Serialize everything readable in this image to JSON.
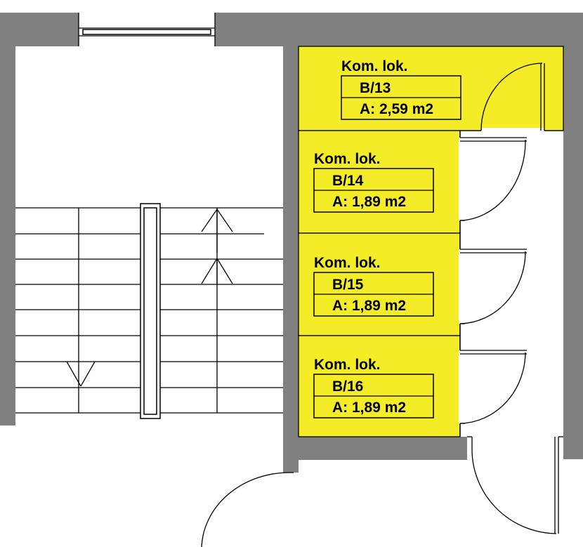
{
  "colors": {
    "wall": "#808080",
    "room": "#f5ec28"
  },
  "rooms": [
    {
      "id": "b13",
      "title": "Kom. lok.",
      "number": "B/13",
      "area": "A: 2,59 m2"
    },
    {
      "id": "b14",
      "title": "Kom. lok.",
      "number": "B/14",
      "area": "A: 1,89 m2"
    },
    {
      "id": "b15",
      "title": "Kom. lok.",
      "number": "B/15",
      "area": "A: 1,89 m2"
    },
    {
      "id": "b16",
      "title": "Kom. lok.",
      "number": "B/16",
      "area": "A: 1,89 m2"
    }
  ]
}
